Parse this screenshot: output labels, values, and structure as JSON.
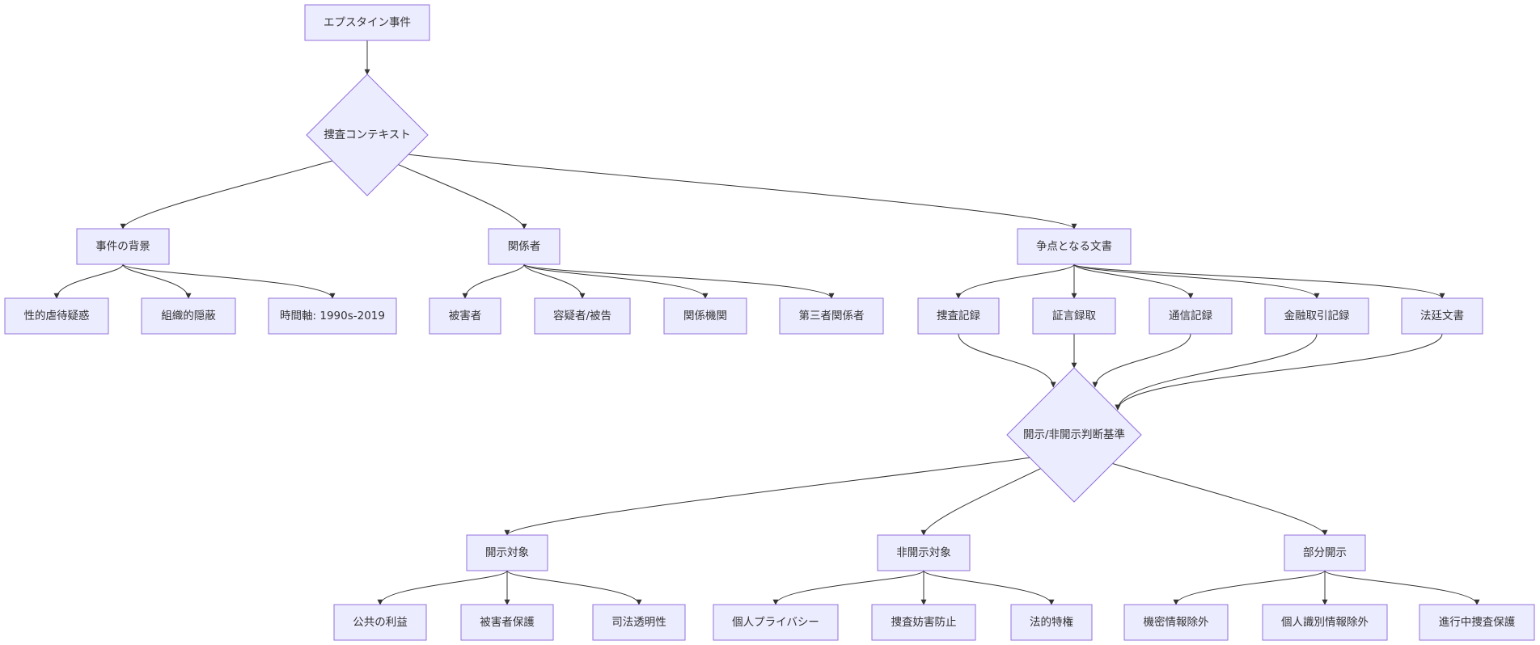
{
  "diagram": {
    "type": "flowchart",
    "colors": {
      "node_fill": "#ECECFF",
      "node_stroke": "#9370DB",
      "edge": "#333333",
      "text": "#333333"
    },
    "nodes": [
      {
        "id": "root",
        "label": "エプスタイン事件",
        "shape": "rect"
      },
      {
        "id": "context",
        "label": "捜査コンテキスト",
        "shape": "diamond"
      },
      {
        "id": "background",
        "label": "事件の背景",
        "shape": "rect"
      },
      {
        "id": "parties",
        "label": "関係者",
        "shape": "rect"
      },
      {
        "id": "documents",
        "label": "争点となる文書",
        "shape": "rect"
      },
      {
        "id": "abuse",
        "label": "性的虐待疑惑",
        "shape": "rect"
      },
      {
        "id": "coverup",
        "label": "組織的隠蔽",
        "shape": "rect"
      },
      {
        "id": "timeline",
        "label": "時間軸: 1990s-2019",
        "shape": "rect"
      },
      {
        "id": "victims",
        "label": "被害者",
        "shape": "rect"
      },
      {
        "id": "suspects",
        "label": "容疑者/被告",
        "shape": "rect"
      },
      {
        "id": "agencies",
        "label": "関係機関",
        "shape": "rect"
      },
      {
        "id": "thirdparty",
        "label": "第三者関係者",
        "shape": "rect"
      },
      {
        "id": "investigation",
        "label": "捜査記録",
        "shape": "rect"
      },
      {
        "id": "testimony",
        "label": "証言録取",
        "shape": "rect"
      },
      {
        "id": "comms",
        "label": "通信記録",
        "shape": "rect"
      },
      {
        "id": "financial",
        "label": "金融取引記録",
        "shape": "rect"
      },
      {
        "id": "court",
        "label": "法廷文書",
        "shape": "rect"
      },
      {
        "id": "criteria",
        "label": "開示/非開示判断基準",
        "shape": "diamond"
      },
      {
        "id": "disclose",
        "label": "開示対象",
        "shape": "rect"
      },
      {
        "id": "nondisclose",
        "label": "非開示対象",
        "shape": "rect"
      },
      {
        "id": "partial",
        "label": "部分開示",
        "shape": "rect"
      },
      {
        "id": "public",
        "label": "公共の利益",
        "shape": "rect"
      },
      {
        "id": "victimprot",
        "label": "被害者保護",
        "shape": "rect"
      },
      {
        "id": "transparency",
        "label": "司法透明性",
        "shape": "rect"
      },
      {
        "id": "privacy",
        "label": "個人プライバシー",
        "shape": "rect"
      },
      {
        "id": "obstruction",
        "label": "捜査妨害防止",
        "shape": "rect"
      },
      {
        "id": "privilege",
        "label": "法的特権",
        "shape": "rect"
      },
      {
        "id": "classified",
        "label": "機密情報除外",
        "shape": "rect"
      },
      {
        "id": "pii",
        "label": "個人識別情報除外",
        "shape": "rect"
      },
      {
        "id": "ongoing",
        "label": "進行中捜査保護",
        "shape": "rect"
      }
    ],
    "edges": [
      {
        "from": "root",
        "to": "context"
      },
      {
        "from": "context",
        "to": "background"
      },
      {
        "from": "context",
        "to": "parties"
      },
      {
        "from": "context",
        "to": "documents"
      },
      {
        "from": "background",
        "to": "abuse"
      },
      {
        "from": "background",
        "to": "coverup"
      },
      {
        "from": "background",
        "to": "timeline"
      },
      {
        "from": "parties",
        "to": "victims"
      },
      {
        "from": "parties",
        "to": "suspects"
      },
      {
        "from": "parties",
        "to": "agencies"
      },
      {
        "from": "parties",
        "to": "thirdparty"
      },
      {
        "from": "documents",
        "to": "investigation"
      },
      {
        "from": "documents",
        "to": "testimony"
      },
      {
        "from": "documents",
        "to": "comms"
      },
      {
        "from": "documents",
        "to": "financial"
      },
      {
        "from": "documents",
        "to": "court"
      },
      {
        "from": "investigation",
        "to": "criteria"
      },
      {
        "from": "testimony",
        "to": "criteria"
      },
      {
        "from": "comms",
        "to": "criteria"
      },
      {
        "from": "financial",
        "to": "criteria"
      },
      {
        "from": "court",
        "to": "criteria"
      },
      {
        "from": "criteria",
        "to": "disclose"
      },
      {
        "from": "criteria",
        "to": "nondisclose"
      },
      {
        "from": "criteria",
        "to": "partial"
      },
      {
        "from": "disclose",
        "to": "public"
      },
      {
        "from": "disclose",
        "to": "victimprot"
      },
      {
        "from": "disclose",
        "to": "transparency"
      },
      {
        "from": "nondisclose",
        "to": "privacy"
      },
      {
        "from": "nondisclose",
        "to": "obstruction"
      },
      {
        "from": "nondisclose",
        "to": "privilege"
      },
      {
        "from": "partial",
        "to": "classified"
      },
      {
        "from": "partial",
        "to": "pii"
      },
      {
        "from": "partial",
        "to": "ongoing"
      }
    ]
  }
}
